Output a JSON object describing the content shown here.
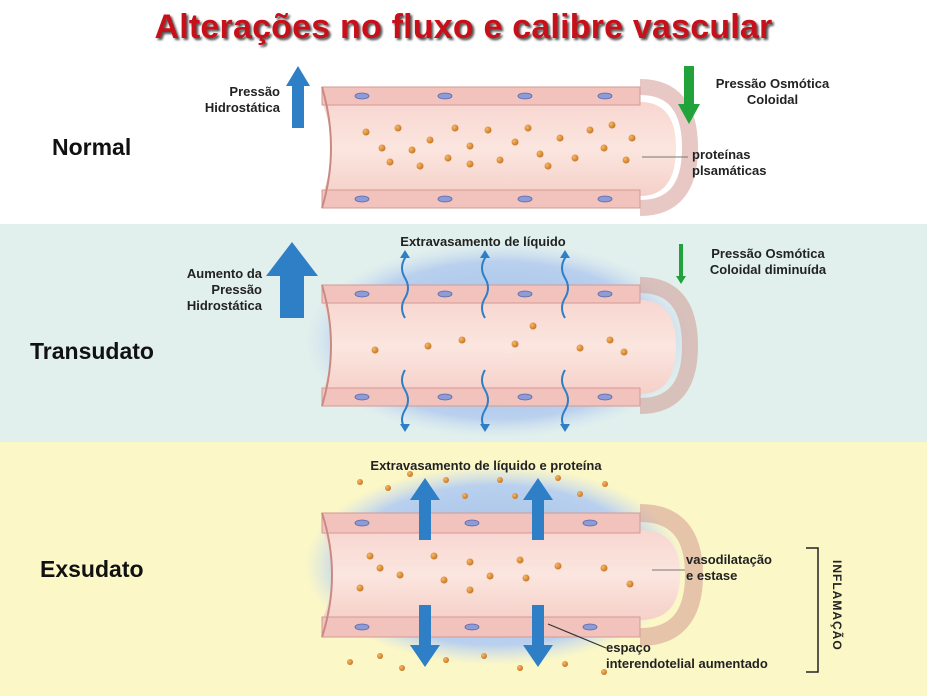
{
  "title": "Alterações no fluxo e calibre vascular",
  "rows": {
    "normal": {
      "label": "Normal",
      "hydrostatic": "Pressão\nHidrostática",
      "osmotic": "Pressão Osmótica\nColoidal",
      "proteins": "proteínas\nplsamáticas"
    },
    "transudate": {
      "label": "Transudato",
      "hydrostatic": "Aumento da\nPressão\nHidrostática",
      "osmotic": "Pressão Osmótica\nColoidal diminuída",
      "leak": "Extravasamento de líquido"
    },
    "exudate": {
      "label": "Exsudato",
      "leak": "Extravasamento de líquido e proteína",
      "vasodilation": "vasodilatação\ne estase",
      "gap": "espaço\ninterendotelial aumentado",
      "inflammation": "INFLAMAÇÃO"
    }
  },
  "colors": {
    "title": "#c8101a",
    "arrow_up": "#2f7fc6",
    "arrow_down": "#22a23a",
    "vessel": "#f3c4c0",
    "protein": "#e08a2a",
    "fluid": "#a8c6ea"
  }
}
